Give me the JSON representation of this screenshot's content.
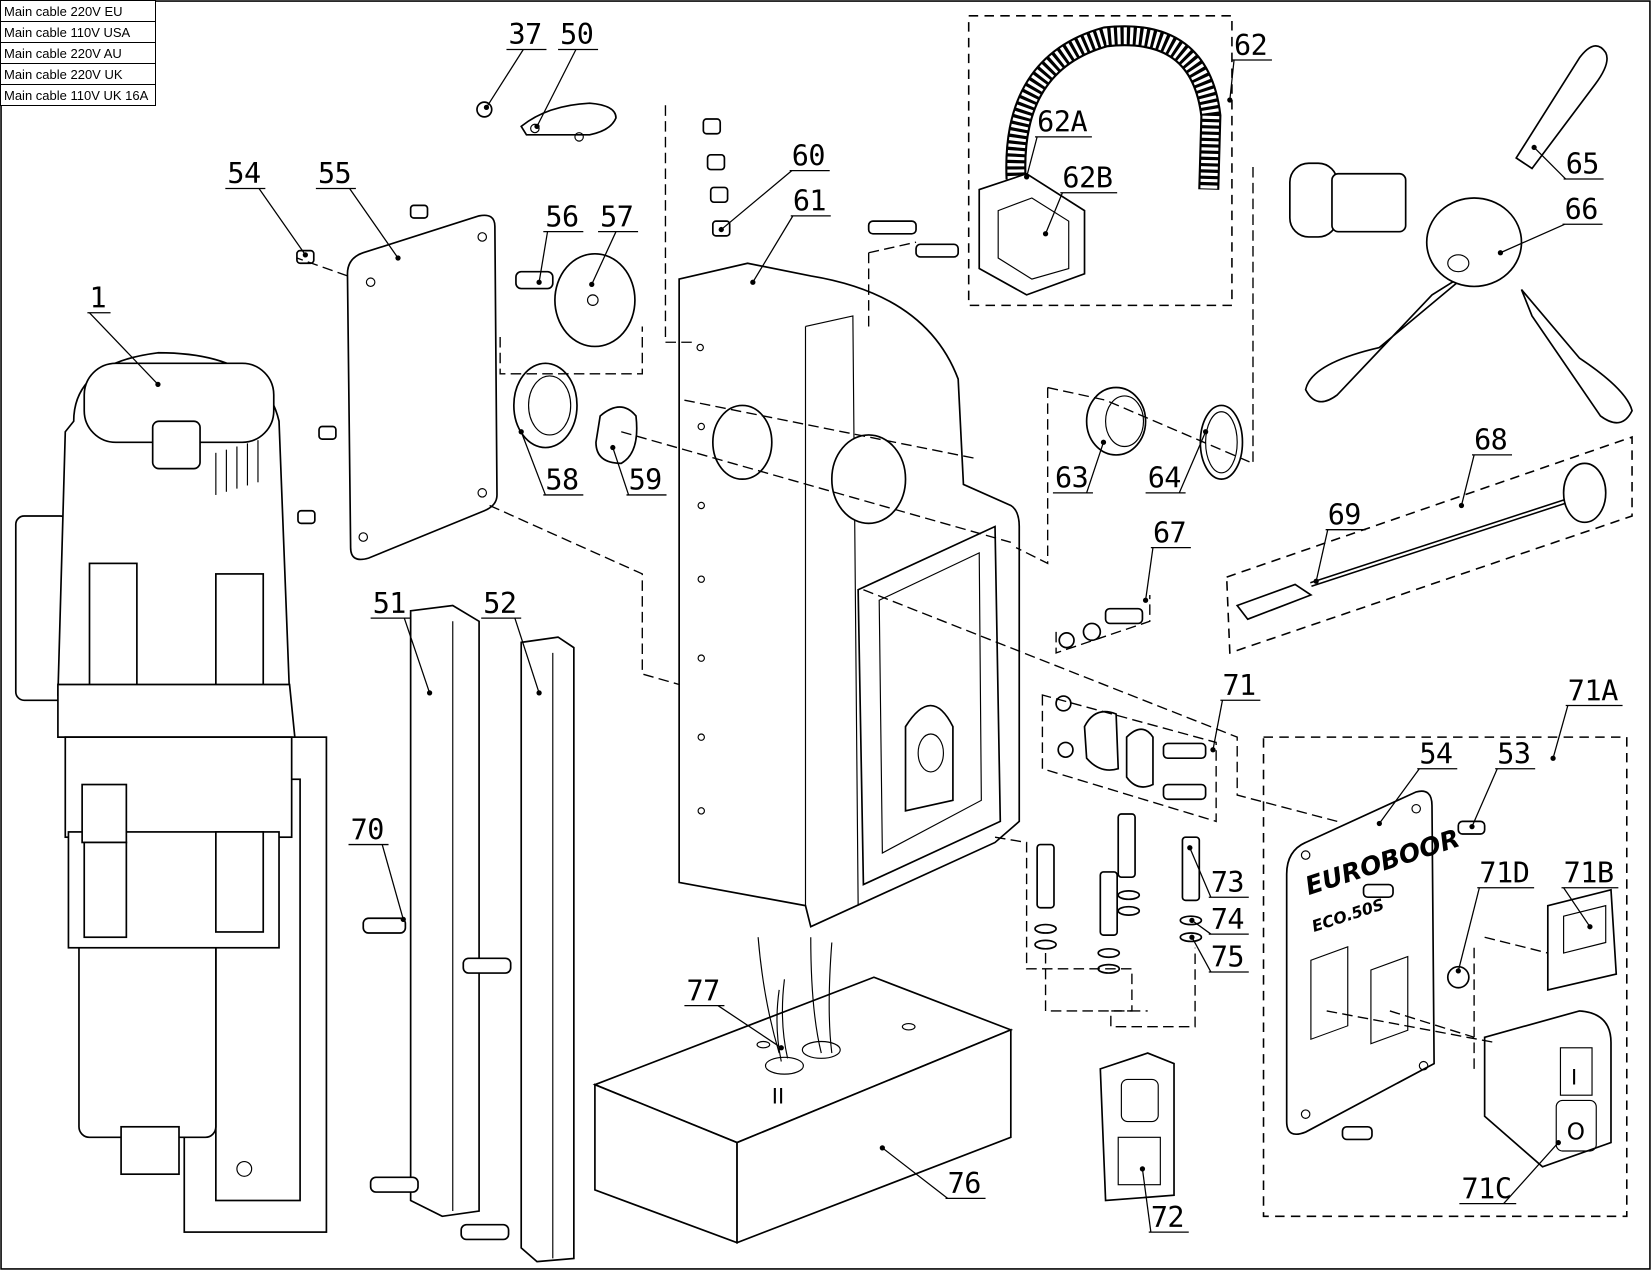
{
  "legend_table": {
    "rows": [
      "Main cable 220V EU",
      "Main cable 110V USA",
      "Main cable 220V AU",
      "Main cable 220V UK",
      "Main cable 110V UK 16A"
    ]
  },
  "plate_branding": {
    "brand": "EUROBOOR",
    "model": "ECO.50S"
  },
  "callouts": [
    "37",
    "50",
    "54",
    "55",
    "56",
    "57",
    "60",
    "61",
    "62",
    "62A",
    "62B",
    "65",
    "66",
    "1",
    "58",
    "59",
    "63",
    "64",
    "68",
    "69",
    "67",
    "51",
    "52",
    "70",
    "71",
    "71A",
    "54",
    "53",
    "73",
    "71D",
    "71B",
    "74",
    "75",
    "77",
    "76",
    "72",
    "71C"
  ],
  "switch_marks": {
    "on": "I",
    "off": "O",
    "base_mark": "II"
  }
}
